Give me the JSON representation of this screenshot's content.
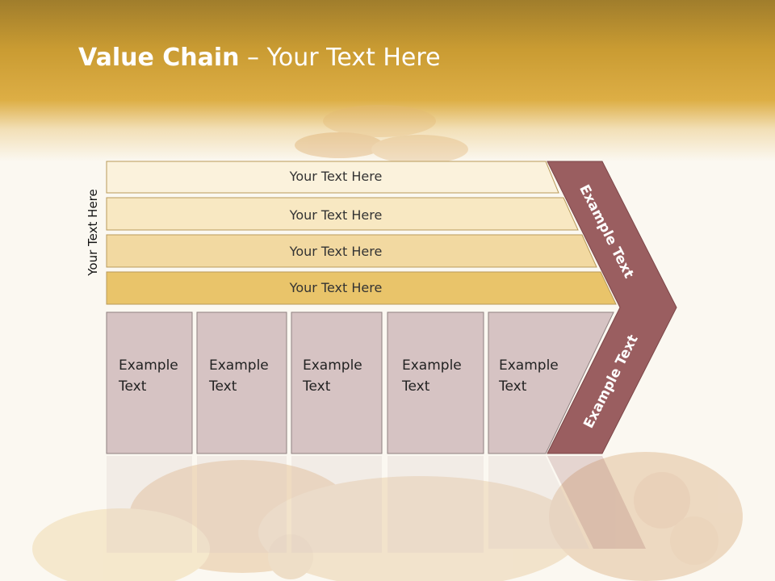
{
  "title": {
    "bold": "Value Chain",
    "rest": " – Your Text Here"
  },
  "vertical_label": "Your Text Here",
  "rows": [
    "Your Text Here",
    "Your Text Here",
    "Your Text Here",
    "Your Text Here"
  ],
  "cards": [
    [
      "Example",
      "Text"
    ],
    [
      "Example",
      "Text"
    ],
    [
      "Example",
      "Text"
    ],
    [
      "Example",
      "Text"
    ],
    [
      "Example",
      "Text"
    ]
  ],
  "chevron": {
    "upper": "Example Text",
    "lower": "Example Text"
  },
  "colors": {
    "header_gold": "#ddae45",
    "row_colors": [
      "#fbf2dc",
      "#f8e8c2",
      "#f2d9a1",
      "#e9c46a"
    ],
    "card_fill": "#d6c3c3",
    "chevron_fill": "#9a5e60"
  }
}
